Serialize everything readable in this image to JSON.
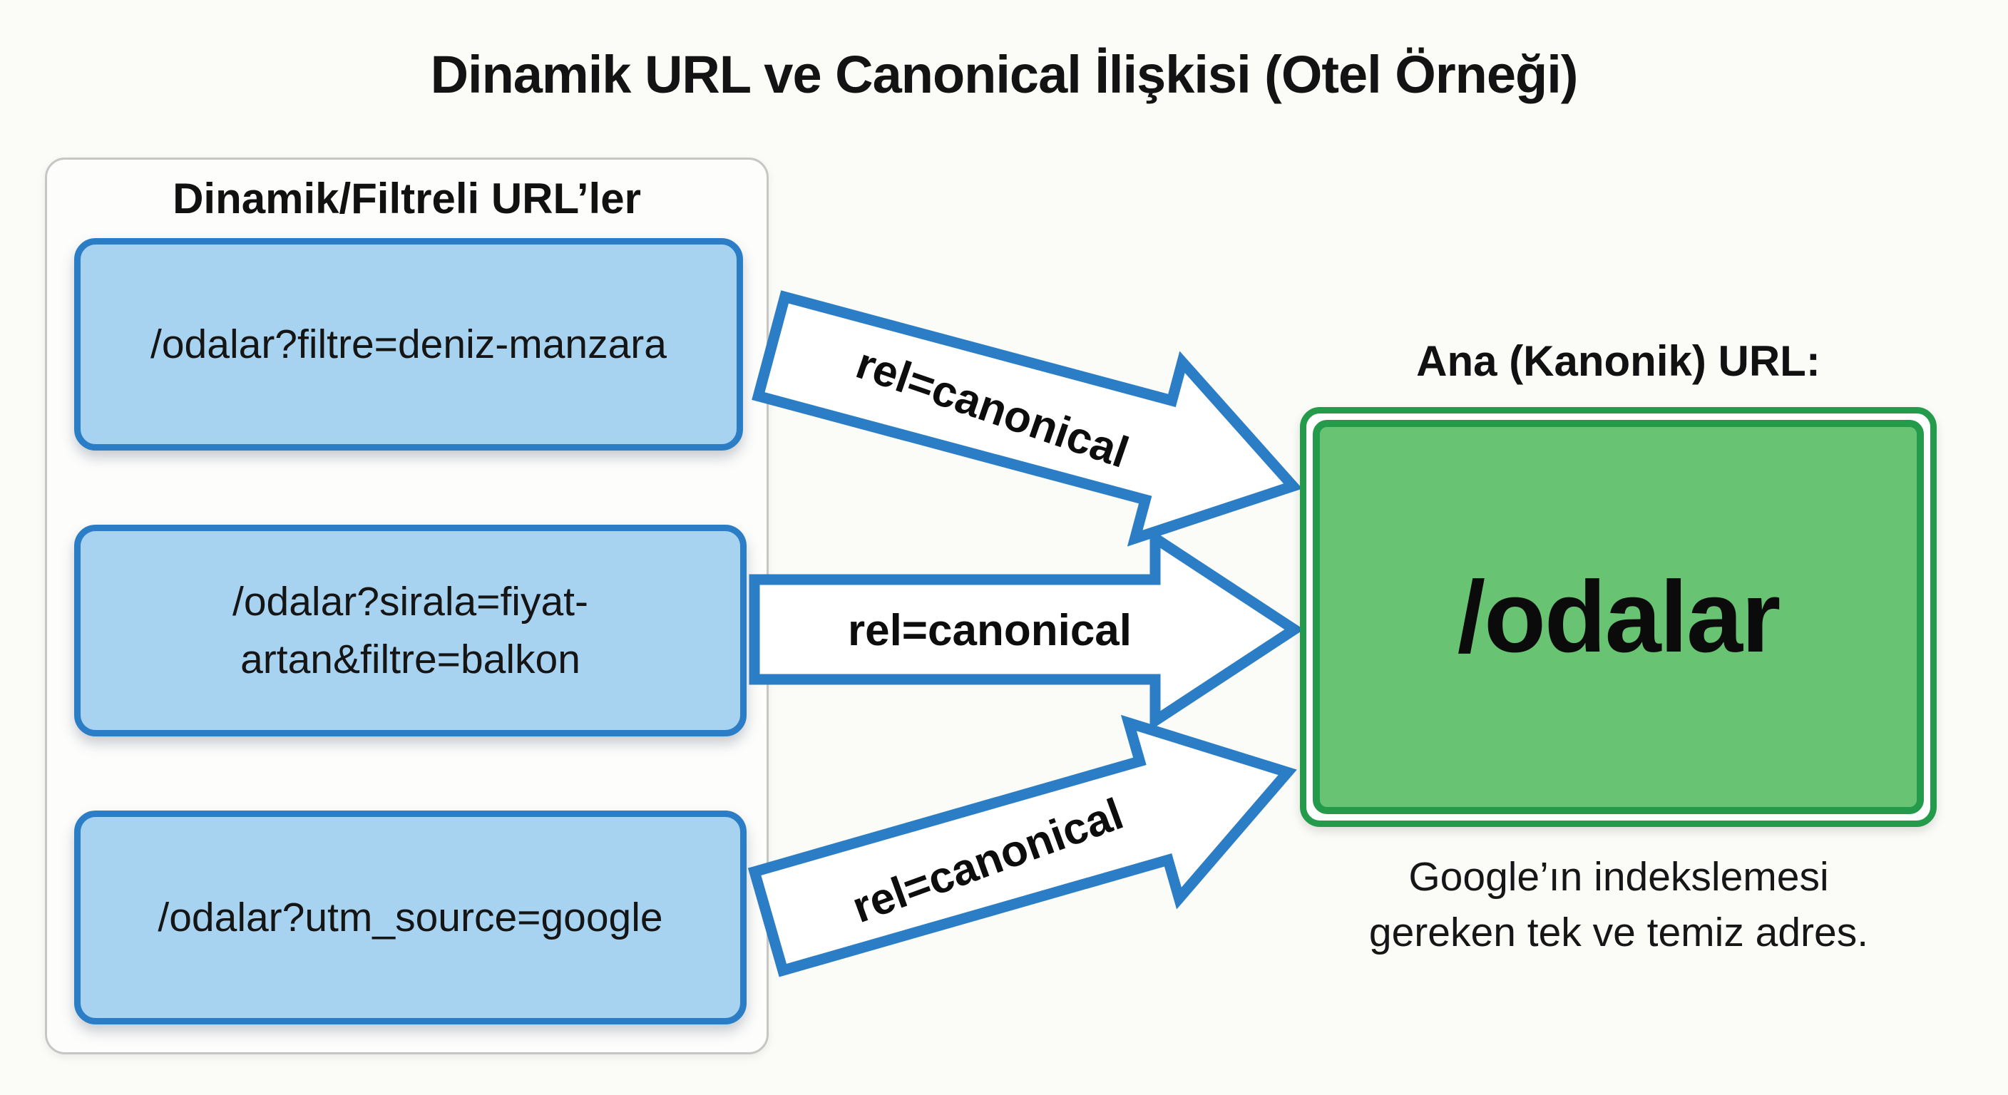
{
  "title": "Dinamik URL ve Canonical İlişkisi (Otel Örneği)",
  "left_panel": {
    "heading": "Dinamik/Filtreli URL’ler",
    "urls": [
      {
        "label": "/odalar?filtre=deniz-manzara"
      },
      {
        "label": "/odalar?sirala=fiyat-artan&filtre=balkon"
      },
      {
        "label": "/odalar?utm_source=google"
      }
    ]
  },
  "arrows": [
    {
      "label": "rel=canonical"
    },
    {
      "label": "rel=canonical"
    },
    {
      "label": "rel=canonical"
    }
  ],
  "canonical": {
    "heading": "Ana (Kanonik) URL:",
    "url": "/odalar",
    "caption": [
      "Google’ın indekslemesi",
      "gereken tek ve temiz adres."
    ]
  },
  "colors": {
    "blue_box_fill": "#a7d2f0",
    "blue_border": "#2b7ec6",
    "green_box_fill": "#68c473",
    "green_border": "#239b4a",
    "background": "#fbfbf8",
    "text": "#111111"
  }
}
